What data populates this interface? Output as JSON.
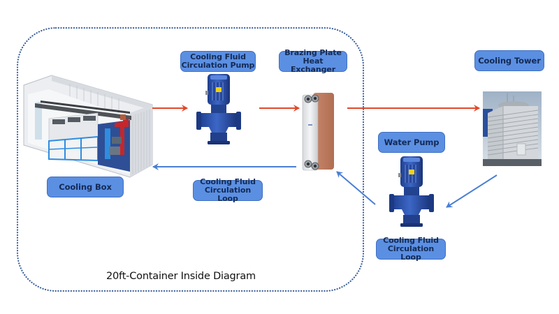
{
  "diagram": {
    "container_title": "20ft-Container Inside Diagram",
    "colors": {
      "supply_arrow": "#e0492b",
      "return_arrow": "#4a7fd4",
      "label_fill": "#5b8fe2",
      "label_border": "#3f6fc2",
      "label_text": "#132a55",
      "boundary": "#3a5f9a"
    },
    "components": [
      {
        "id": "cooling-box",
        "label": "Cooling Box",
        "icon": "container-icon"
      },
      {
        "id": "circulation-pump",
        "label": "Cooling Fluid\nCirculation Pump",
        "icon": "pump-icon"
      },
      {
        "id": "heat-exchanger",
        "label": "Brazing Plate\nHeat Exchanger",
        "icon": "plate-heat-exchanger-icon"
      },
      {
        "id": "cooling-tower",
        "label": "Cooling Tower",
        "icon": "cooling-tower-icon"
      },
      {
        "id": "water-pump",
        "label": "Water Pump",
        "icon": "pump-icon"
      }
    ],
    "loop_labels": {
      "inner": "Cooling Fluid\nCirculation Loop",
      "outer": "Cooling Fluid\nCirculation Loop"
    },
    "flows": [
      {
        "from": "cooling-box",
        "to": "circulation-pump",
        "type": "supply"
      },
      {
        "from": "circulation-pump",
        "to": "heat-exchanger",
        "type": "supply"
      },
      {
        "from": "heat-exchanger",
        "to": "cooling-tower",
        "type": "supply"
      },
      {
        "from": "cooling-tower",
        "to": "water-pump",
        "type": "return"
      },
      {
        "from": "water-pump",
        "to": "heat-exchanger",
        "type": "return"
      },
      {
        "from": "heat-exchanger",
        "to": "cooling-box",
        "type": "return"
      }
    ]
  }
}
